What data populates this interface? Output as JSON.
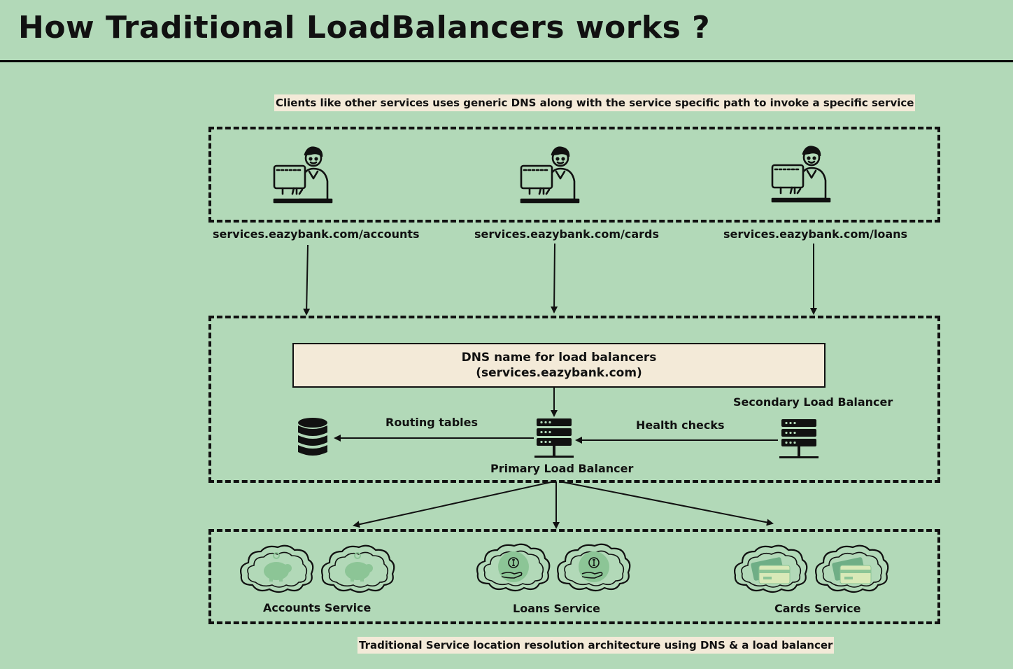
{
  "title": "How Traditional LoadBalancers works ?",
  "top_caption": "Clients like other services uses generic DNS along with the service specific path to invoke a specific service",
  "bottom_caption": "Traditional Service location resolution architecture using DNS & a load balancer",
  "clients": [
    {
      "url": "services.eazybank.com/accounts",
      "icon": "person-at-computer-icon"
    },
    {
      "url": "services.eazybank.com/cards",
      "icon": "person-at-computer-icon"
    },
    {
      "url": "services.eazybank.com/loans",
      "icon": "person-at-computer-icon"
    }
  ],
  "dns_box": {
    "line1": "DNS name for load balancers",
    "line2": "(services.eazybank.com)"
  },
  "load_balancers": {
    "primary_label": "Primary Load Balancer",
    "secondary_label": "Secondary Load  Balancer",
    "routing_label": "Routing tables",
    "health_label": "Health checks"
  },
  "services": [
    {
      "label": "Accounts Service",
      "icon": "piggy-bank-icon"
    },
    {
      "label": "Loans Service",
      "icon": "money-hand-icon"
    },
    {
      "label": "Cards Service",
      "icon": "credit-card-icon"
    }
  ],
  "colors": {
    "background": "#b2d9b8",
    "caption_bg": "#f3ead8",
    "icon_green": "#8cc596",
    "line": "#111111"
  }
}
